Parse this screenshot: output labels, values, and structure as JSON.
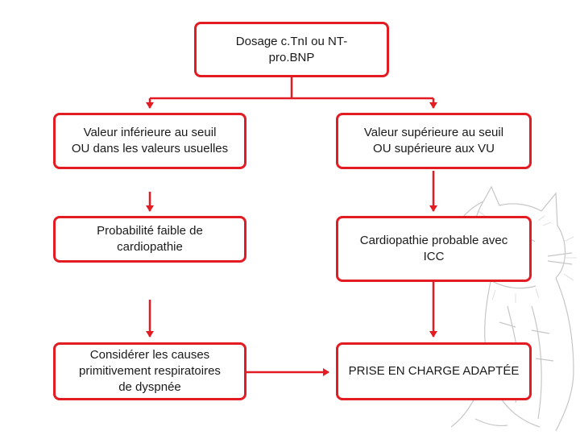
{
  "flowchart": {
    "root": {
      "text": "Dosage c.TnI ou NT-\npro.BNP"
    },
    "left": [
      {
        "text": "Valeur inférieure au seuil\nOU dans les valeurs usuelles"
      },
      {
        "text": "Probabilité faible de\ncardiopathie"
      },
      {
        "text": "Considérer les causes\nprimitivement respiratoires\nde dyspnée"
      }
    ],
    "right": [
      {
        "text": "Valeur supérieure au seuil\nOU supérieure aux VU"
      },
      {
        "text": "Cardiopathie probable avec\nICC"
      },
      {
        "text": "PRISE EN CHARGE ADAPTÉE"
      }
    ]
  },
  "colors": {
    "accent": "#e31b23",
    "text": "#1a1a1a",
    "sketch": "#b5b5b5"
  },
  "decoration": {
    "background_sketch": "cat-sketch"
  }
}
